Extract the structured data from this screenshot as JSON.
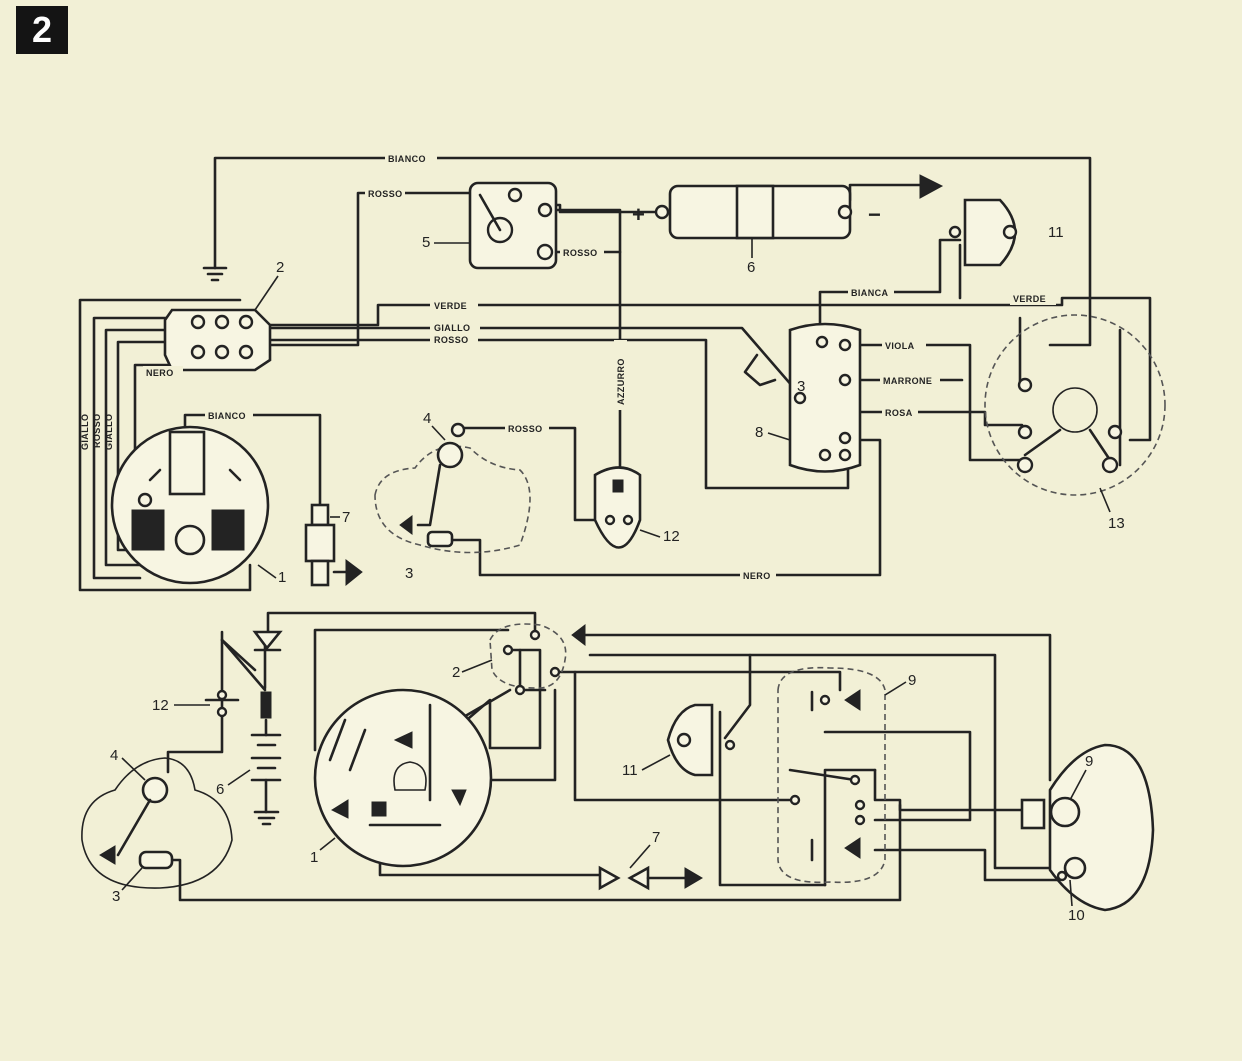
{
  "figure": {
    "number": "2"
  },
  "wires": {
    "bianco_top": "BIANCO",
    "rosso_battery": "ROSSO",
    "verde_mid": "VERDE",
    "giallo_mid": "GIALLO",
    "rosso_mid": "ROSSO",
    "nero_left": "NERO",
    "bianco_ignition": "BIANCO",
    "giallo_v1": "GIALLO",
    "rosso_v": "ROSSO",
    "giallo_v2": "GIALLO",
    "azzurro_v": "AZZURRO",
    "rosso_tail": "ROSSO",
    "bianca_right": "BIANCA",
    "verde_right": "VERDE",
    "viola": "VIOLA",
    "marrone": "MARRONE",
    "rosa": "ROSA",
    "nero_bottom": "NERO"
  },
  "labels": {
    "top": {
      "l1": "1",
      "l2": "2",
      "l3": "3",
      "l4": "4",
      "l5": "5",
      "l6": "6",
      "l7": "7",
      "l8": "8",
      "l11": "11",
      "l12": "12",
      "l13": "13"
    },
    "bottom": {
      "l1": "1",
      "l2": "2",
      "l3": "3",
      "l4": "4",
      "l6": "6",
      "l7": "7",
      "l9": "9",
      "l10": "10",
      "l11": "11",
      "l12": "12",
      "l_sel": "9"
    }
  },
  "battery": {
    "plus": "+",
    "minus": "−"
  }
}
